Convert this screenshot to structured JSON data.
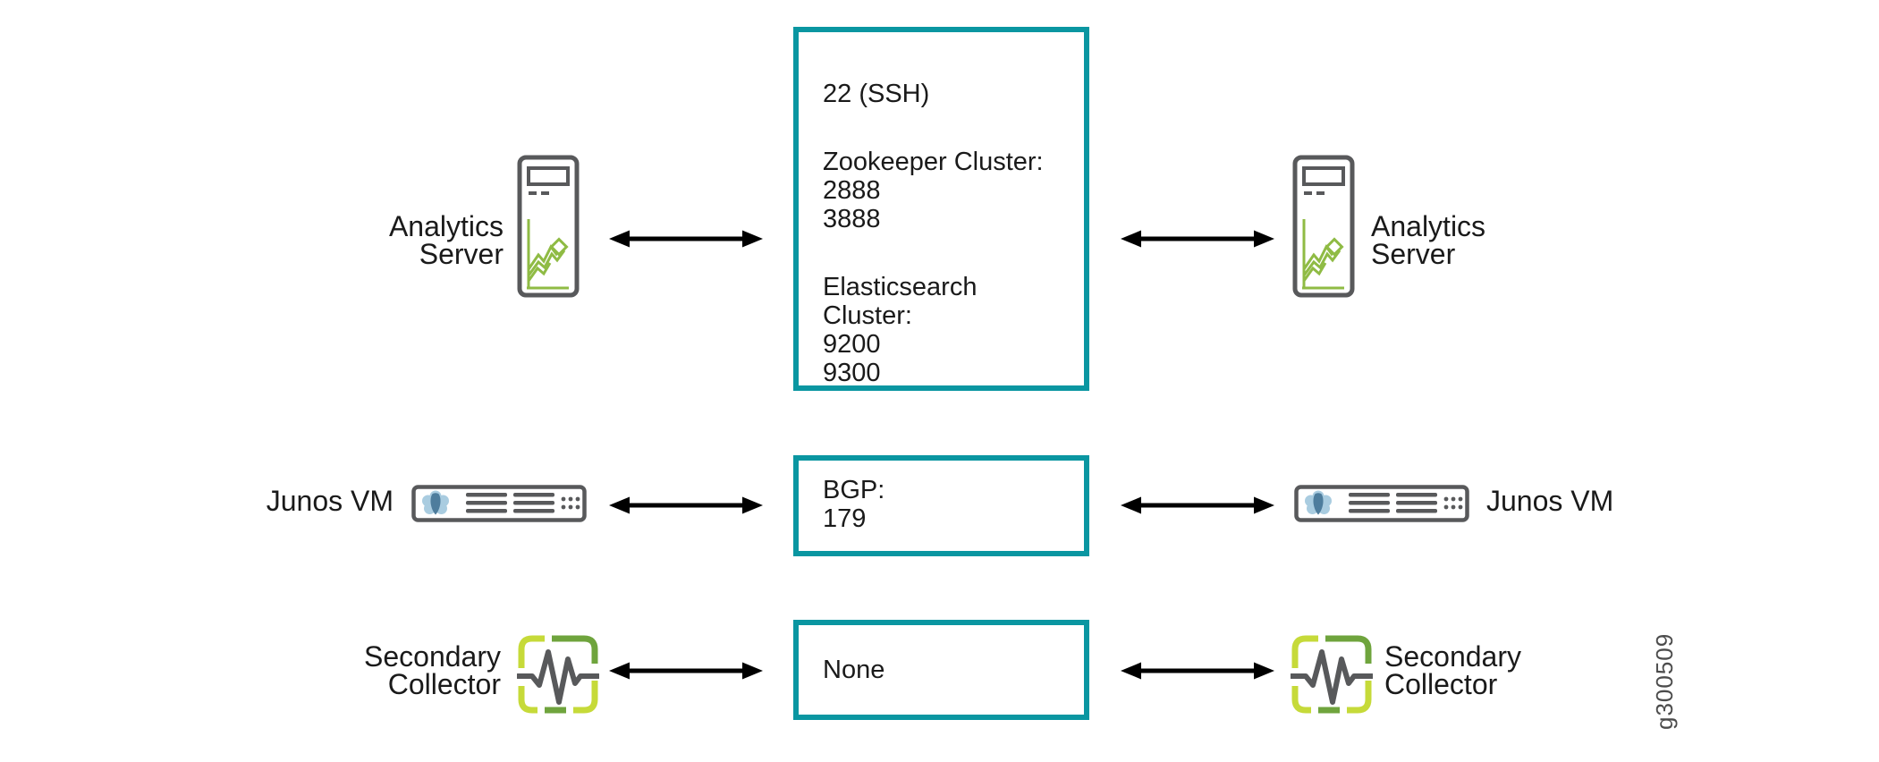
{
  "watermark": "g300509",
  "colors": {
    "box_border_teal": "#0a96a1",
    "icon_gray": "#58595b",
    "chart_green": "#8fbb44",
    "collector_lime": "#c6da39",
    "collector_green": "#6fa43d",
    "junos_petal_blue": "#a9cce0",
    "junos_drop_blue": "#4e7d9d",
    "arrow_black": "#000000",
    "text": "#1a1a1a"
  },
  "icons": {
    "analytics_server": "analytics-server-icon",
    "junos_vm": "junos-vm-appliance-icon",
    "secondary_collector": "secondary-collector-icon",
    "arrow": "bidirectional-arrow-icon"
  },
  "rows": [
    {
      "left_label": "Analytics\nServer",
      "right_label": "Analytics\nServer",
      "box_groups": [
        "22 (SSH)",
        "Zookeeper Cluster:\n2888\n3888",
        "Elasticsearch Cluster:\n9200\n9300"
      ]
    },
    {
      "left_label": "Junos VM",
      "right_label": "Junos VM",
      "box_groups": [
        "BGP:\n179"
      ]
    },
    {
      "left_label": "Secondary\nCollector",
      "right_label": "Secondary\nCollector",
      "box_groups": [
        "None"
      ]
    }
  ]
}
